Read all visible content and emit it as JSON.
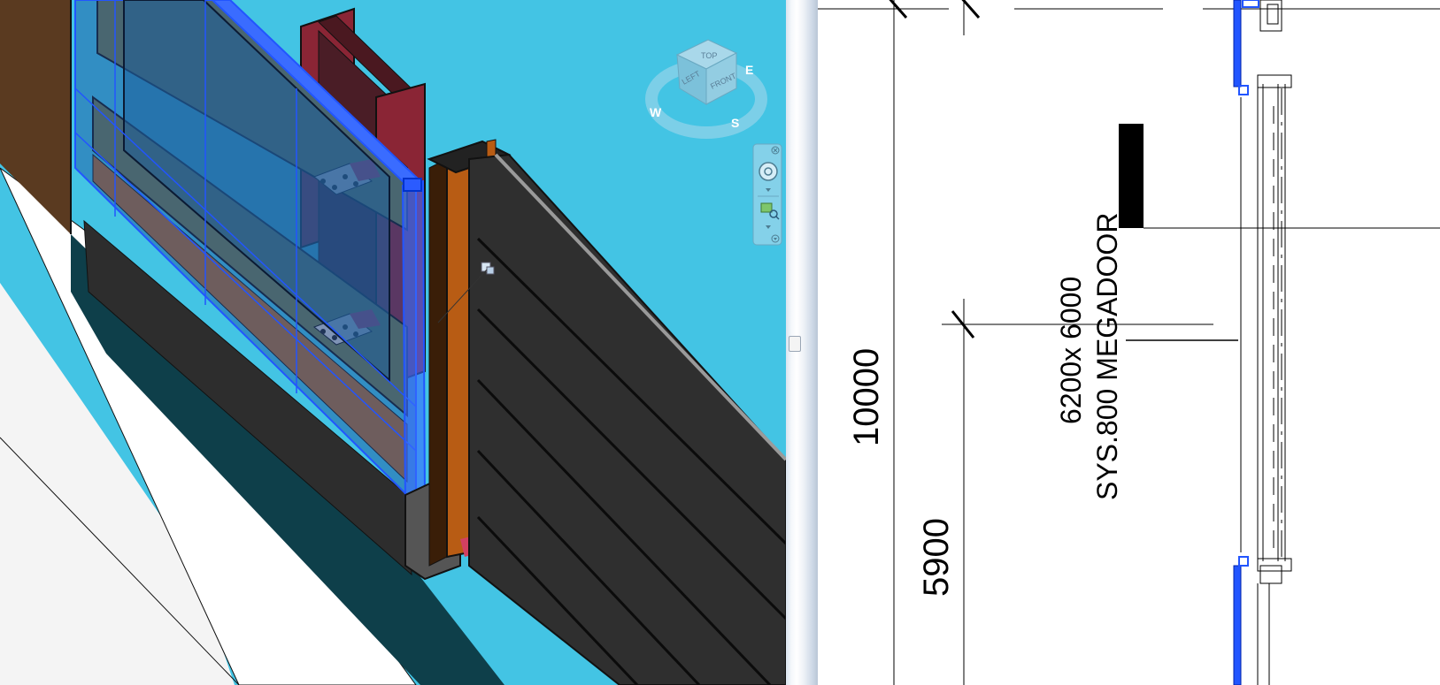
{
  "viewcube": {
    "faces": {
      "top": "TOP",
      "left": "LEFT",
      "front": "FRONT"
    },
    "compass": {
      "west": "W",
      "south": "S",
      "east": "E"
    }
  },
  "navigation_bar": {
    "tools": [
      "steering-wheel",
      "zoom-region"
    ]
  },
  "drawing": {
    "dimensions": [
      "10000",
      "5900"
    ],
    "door_tag": {
      "size": "6200x 6000",
      "system": "SYS.800 MEGADOOR"
    }
  },
  "colors": {
    "background_3d": "#43c4e4",
    "selection": "#2255ff",
    "steel_orange": "#b85c14",
    "steel_red": "#8a2535",
    "panel_dark": "#2f2f2f",
    "wall_brown": "#5a3a20"
  }
}
